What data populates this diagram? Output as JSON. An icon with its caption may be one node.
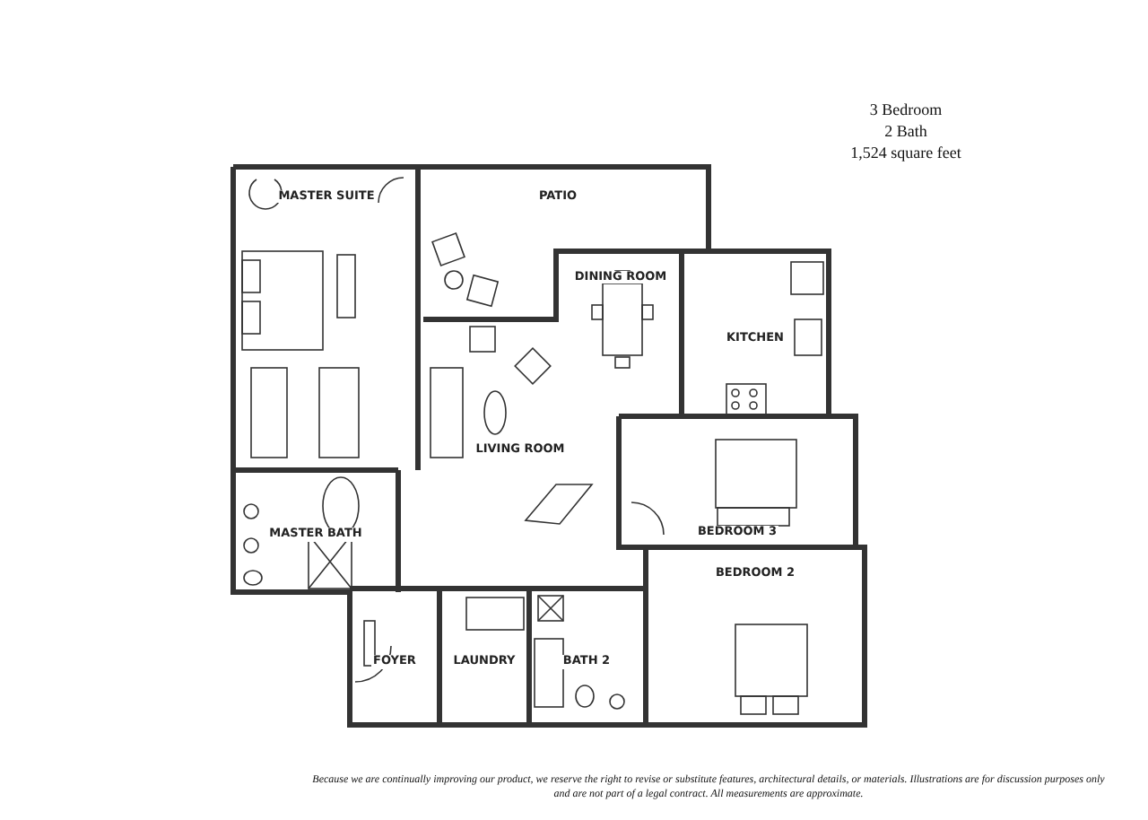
{
  "diagram": {
    "caption": "Because we are continually improving our product, we reserve the right to revise or substitute features, architectural details, or materials. Illustrations are for discussion purposes only and are not part of a legal contract. All measurements are approximate.",
    "nodes": [
      {
        "text": [
          "MASTER SUITE"
        ]
      },
      {
        "text": [
          "PATIO"
        ]
      },
      {
        "text": [
          "DINING ROOM"
        ]
      },
      {
        "text": [
          "KITCHEN"
        ]
      },
      {
        "text": [
          "LIVING ROOM"
        ]
      },
      {
        "text": [
          "MASTER BATH"
        ]
      },
      {
        "text": [
          "BEDROOM 3"
        ]
      },
      {
        "text": [
          "FOYER"
        ]
      },
      {
        "text": [
          "LAUNDRY"
        ]
      },
      {
        "text": [
          "BATH 2"
        ]
      },
      {
        "text": [
          "BEDROOM 2"
        ]
      }
    ],
    "labels": [
      "3 Bedroom",
      "2 Bath",
      "1,524 square feet"
    ]
  }
}
